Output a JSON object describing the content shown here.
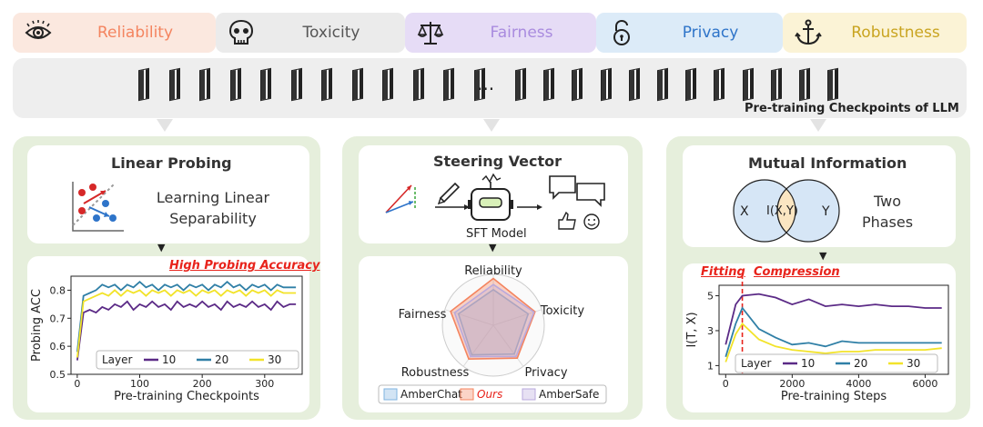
{
  "tabs": [
    {
      "label": "Reliability",
      "icon": "eye-icon",
      "color": "#f4845f",
      "bg": "#fbe8df"
    },
    {
      "label": "Toxicity",
      "icon": "skull-icon",
      "color": "#555555",
      "bg": "#ebebeb"
    },
    {
      "label": "Fairness",
      "icon": "scales-icon",
      "color": "#a98bdf",
      "bg": "#e6dcf6"
    },
    {
      "label": "Privacy",
      "icon": "padlock-icon",
      "color": "#2e74c9",
      "bg": "#dcebf8"
    },
    {
      "label": "Robustness",
      "icon": "anchor-icon",
      "color": "#c9a420",
      "bg": "#fbf3d6"
    }
  ],
  "checkpoints": {
    "ellipsis": "...",
    "caption": "Pre-training Checkpoints of LLM"
  },
  "linear_probing": {
    "title": "Linear Probing",
    "text": "Learning Linear Separability",
    "highlight": "High Probing Accuracy"
  },
  "steering_vector": {
    "title": "Steering Vector",
    "model_label": "SFT Model"
  },
  "mutual_information": {
    "title": "Mutual Information",
    "venn": {
      "left": "X",
      "center": "I(X,Y)",
      "right": "Y"
    },
    "text": "Two Phases",
    "fitting": "Fitting",
    "compression": "Compression"
  },
  "chart_data": [
    {
      "type": "line",
      "xlabel": "Pre-training Checkpoints",
      "ylabel": "Probing ACC",
      "xlim": [
        -10,
        360
      ],
      "ylim": [
        0.5,
        0.85
      ],
      "xticks": [
        0,
        100,
        200,
        300
      ],
      "yticks": [
        0.5,
        0.6,
        0.7,
        0.8
      ],
      "legend_title": "Layer",
      "series": [
        {
          "name": "10",
          "color": "#5b2a86",
          "x": [
            0,
            10,
            20,
            30,
            40,
            50,
            60,
            70,
            80,
            90,
            100,
            110,
            120,
            130,
            140,
            150,
            160,
            170,
            180,
            190,
            200,
            210,
            220,
            230,
            240,
            250,
            260,
            270,
            280,
            290,
            300,
            310,
            320,
            330,
            340,
            350
          ],
          "values": [
            0.55,
            0.72,
            0.73,
            0.72,
            0.74,
            0.73,
            0.75,
            0.74,
            0.76,
            0.73,
            0.75,
            0.74,
            0.76,
            0.74,
            0.75,
            0.73,
            0.76,
            0.74,
            0.75,
            0.74,
            0.76,
            0.74,
            0.75,
            0.73,
            0.76,
            0.74,
            0.75,
            0.74,
            0.76,
            0.74,
            0.75,
            0.73,
            0.76,
            0.74,
            0.75,
            0.75
          ]
        },
        {
          "name": "20",
          "color": "#2f7fa6",
          "x": [
            0,
            10,
            20,
            30,
            40,
            50,
            60,
            70,
            80,
            90,
            100,
            110,
            120,
            130,
            140,
            150,
            160,
            170,
            180,
            190,
            200,
            210,
            220,
            230,
            240,
            250,
            260,
            270,
            280,
            290,
            300,
            310,
            320,
            330,
            340,
            350
          ],
          "values": [
            0.58,
            0.78,
            0.79,
            0.8,
            0.82,
            0.81,
            0.82,
            0.8,
            0.82,
            0.81,
            0.83,
            0.81,
            0.82,
            0.8,
            0.82,
            0.81,
            0.82,
            0.8,
            0.82,
            0.81,
            0.82,
            0.8,
            0.82,
            0.81,
            0.83,
            0.81,
            0.82,
            0.8,
            0.82,
            0.81,
            0.82,
            0.8,
            0.82,
            0.81,
            0.81,
            0.81
          ]
        },
        {
          "name": "30",
          "color": "#f2e32a",
          "x": [
            0,
            10,
            20,
            30,
            40,
            50,
            60,
            70,
            80,
            90,
            100,
            110,
            120,
            130,
            140,
            150,
            160,
            170,
            180,
            190,
            200,
            210,
            220,
            230,
            240,
            250,
            260,
            270,
            280,
            290,
            300,
            310,
            320,
            330,
            340,
            350
          ],
          "values": [
            0.56,
            0.76,
            0.77,
            0.78,
            0.79,
            0.78,
            0.8,
            0.78,
            0.8,
            0.79,
            0.8,
            0.78,
            0.8,
            0.79,
            0.8,
            0.78,
            0.8,
            0.79,
            0.8,
            0.78,
            0.8,
            0.79,
            0.8,
            0.78,
            0.8,
            0.79,
            0.8,
            0.78,
            0.8,
            0.79,
            0.8,
            0.78,
            0.8,
            0.79,
            0.79,
            0.79
          ]
        }
      ]
    },
    {
      "type": "radar",
      "axes": [
        "Reliability",
        "Toxicity",
        "Privacy",
        "Robustness",
        "Fairness"
      ],
      "max": 1.0,
      "series": [
        {
          "name": "AmberChat",
          "color": "#7fb3e0",
          "values": [
            0.7,
            0.72,
            0.7,
            0.72,
            0.72
          ]
        },
        {
          "name": "Ours",
          "color": "#f4845f",
          "values": [
            0.92,
            0.86,
            0.8,
            0.82,
            0.88
          ]
        },
        {
          "name": "AmberSafe",
          "color": "#b9a9dc",
          "values": [
            0.8,
            0.84,
            0.76,
            0.76,
            0.8
          ]
        }
      ]
    },
    {
      "type": "line",
      "xlabel": "Pre-training Steps",
      "ylabel": "I(T, X)",
      "xlim": [
        -200,
        6700
      ],
      "ylim": [
        0.5,
        5.6
      ],
      "xticks": [
        0,
        2000,
        4000,
        6000
      ],
      "yticks": [
        1,
        3,
        5
      ],
      "vline": 500,
      "legend_title": "Layer",
      "series": [
        {
          "name": "10",
          "color": "#5b2a86",
          "x": [
            0,
            300,
            500,
            1000,
            1500,
            2000,
            2500,
            3000,
            3500,
            4000,
            4500,
            5000,
            5500,
            6000,
            6500
          ],
          "values": [
            2.2,
            4.5,
            5.0,
            5.1,
            4.9,
            4.5,
            4.8,
            4.4,
            4.5,
            4.4,
            4.5,
            4.4,
            4.4,
            4.3,
            4.3
          ]
        },
        {
          "name": "20",
          "color": "#2f7fa6",
          "x": [
            0,
            300,
            500,
            1000,
            1500,
            2000,
            2500,
            3000,
            3500,
            4000,
            4500,
            5000,
            5500,
            6000,
            6500
          ],
          "values": [
            1.5,
            3.4,
            4.3,
            3.1,
            2.6,
            2.2,
            2.3,
            2.1,
            2.4,
            2.3,
            2.3,
            2.3,
            2.3,
            2.3,
            2.3
          ]
        },
        {
          "name": "30",
          "color": "#f2e32a",
          "x": [
            0,
            300,
            500,
            1000,
            1500,
            2000,
            2500,
            3000,
            3500,
            4000,
            4500,
            5000,
            5500,
            6000,
            6500
          ],
          "values": [
            1.2,
            2.8,
            3.4,
            2.5,
            2.1,
            1.9,
            1.8,
            1.7,
            1.8,
            1.8,
            1.9,
            1.9,
            1.9,
            1.9,
            2.0
          ]
        }
      ]
    }
  ]
}
